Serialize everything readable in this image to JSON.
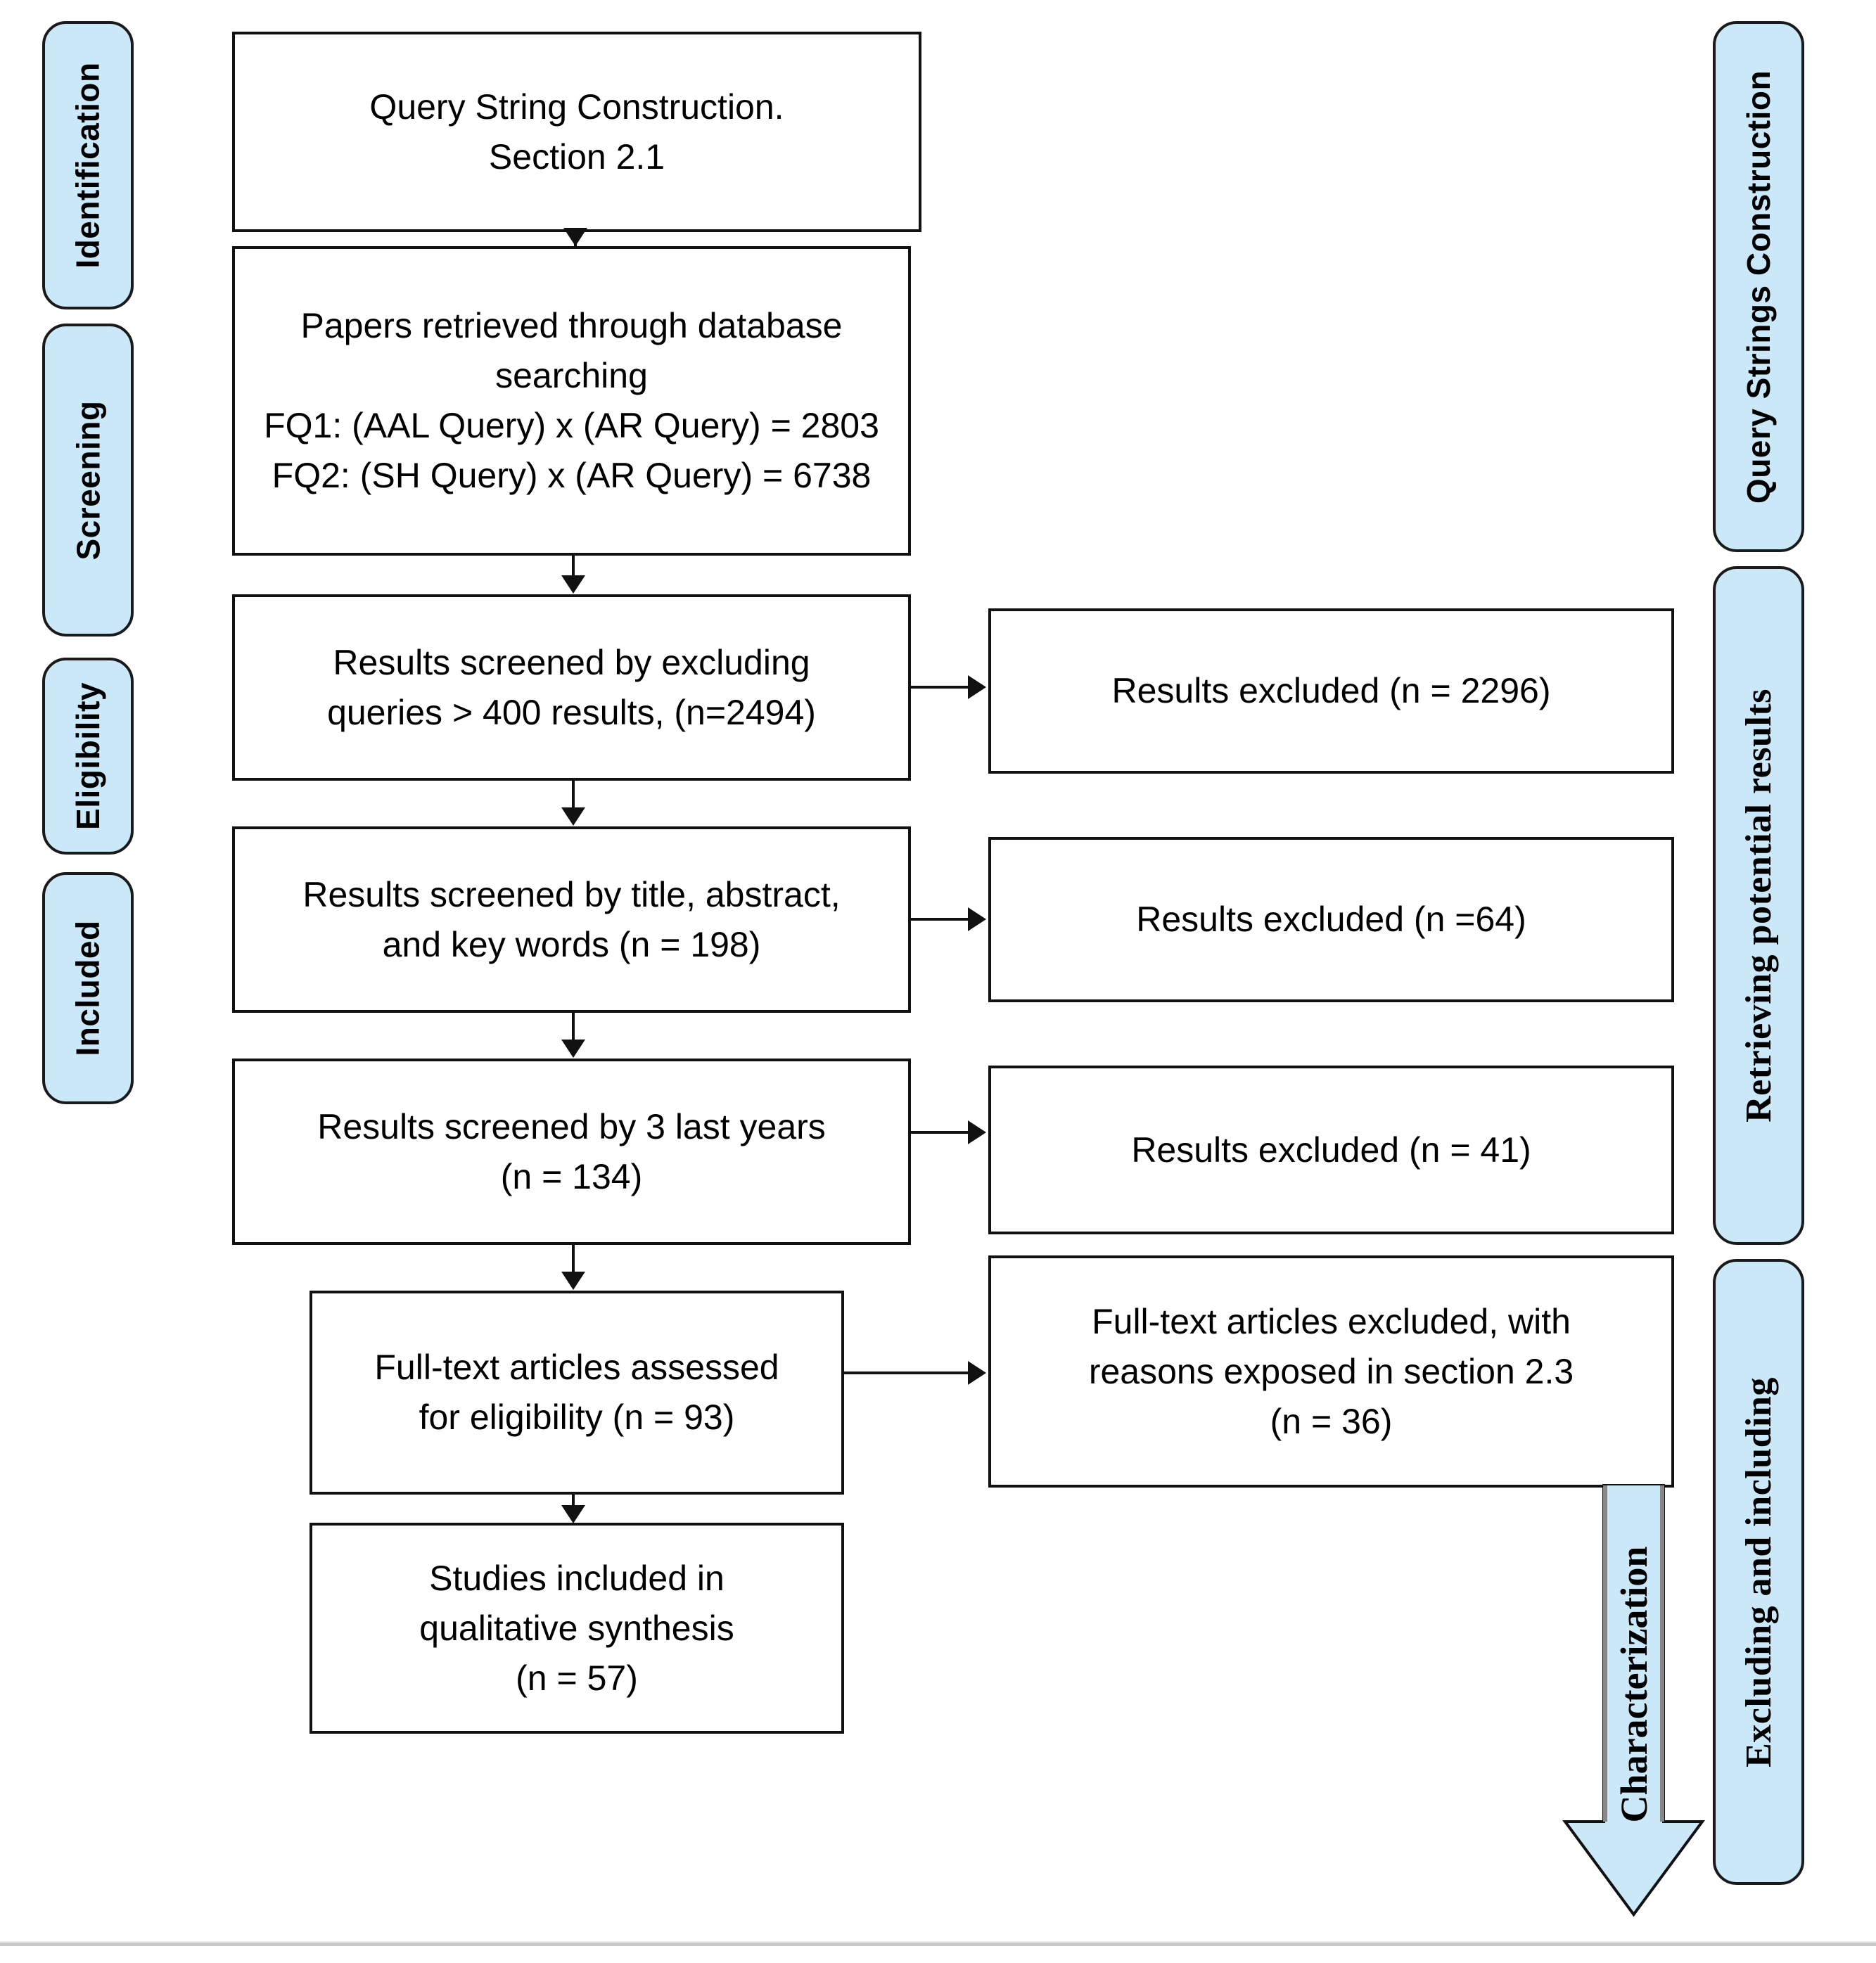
{
  "diagram": {
    "type": "PRISMA flow diagram",
    "accent_blue": "#CBE8F9",
    "line_color": "#111111",
    "bottom_rule_color": "#c8c8c8"
  },
  "left_stages": [
    {
      "label": "Identification"
    },
    {
      "label": "Screening"
    },
    {
      "label": "Eligibility"
    },
    {
      "label": "Included"
    }
  ],
  "right_stages": [
    {
      "label": "Query Strings Construction"
    },
    {
      "label": "Retrieving potential results"
    },
    {
      "label": "Excluding and including"
    }
  ],
  "characterization_arrow": {
    "label": "Characterization"
  },
  "main_flow": [
    {
      "id": "query-string-construction",
      "text": "Query String Construction.\nSection 2.1"
    },
    {
      "id": "papers-retrieved",
      "text": "Papers retrieved through database\nsearching\nFQ1: (AAL Query) x (AR Query) = 2803\nFQ2: (SH Query) x (AR Query) = 6738"
    },
    {
      "id": "screened-by-query-size",
      "text": "Results screened by excluding\nqueries > 400 results, (n=2494)"
    },
    {
      "id": "screened-by-title-abstract",
      "text": "Results screened by title, abstract,\nand key words (n = 198)"
    },
    {
      "id": "screened-by-last-3-years",
      "text": "Results screened by 3 last years\n(n = 134)"
    },
    {
      "id": "full-text-assessed",
      "text": "Full-text articles assessed\nfor eligibility (n = 93)"
    },
    {
      "id": "studies-included",
      "text": "Studies included in\nqualitative synthesis\n(n = 57)"
    }
  ],
  "exclusion_boxes": [
    {
      "id": "excluded-2296",
      "text": "Results excluded (n = 2296)"
    },
    {
      "id": "excluded-64",
      "text": "Results excluded (n =64)"
    },
    {
      "id": "excluded-41",
      "text": "Results excluded (n = 41)"
    },
    {
      "id": "excluded-36",
      "text": "Full-text articles excluded, with\nreasons exposed in section 2.3\n(n = 36)"
    }
  ]
}
